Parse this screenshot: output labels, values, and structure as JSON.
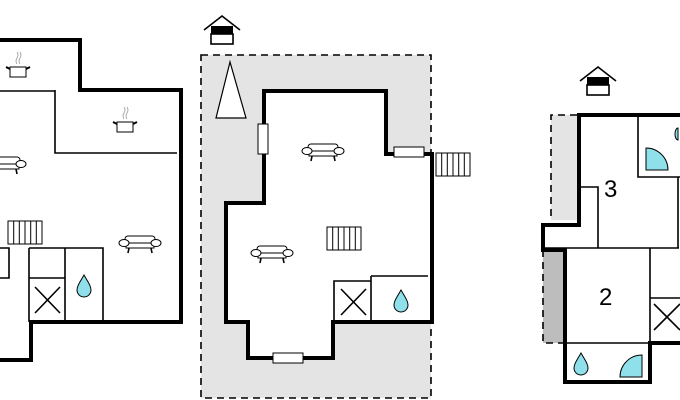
{
  "plans": [
    {
      "name": "left-floor"
    },
    {
      "name": "middle-floor"
    },
    {
      "name": "right-floor",
      "room_labels": [
        "3",
        "2"
      ]
    }
  ],
  "colors": {
    "water": "#8fe0ea",
    "terrace": "#e4e4e4",
    "dark_strip": "#bdbdbd"
  }
}
